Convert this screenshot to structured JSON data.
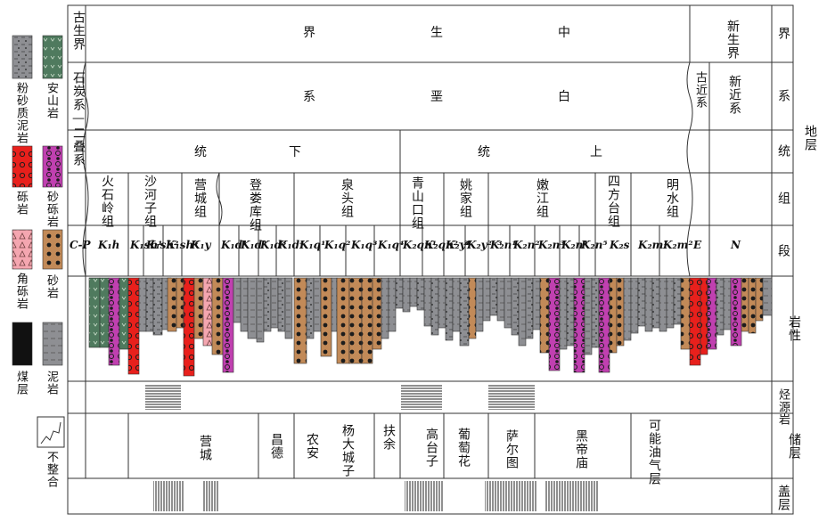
{
  "legend": [
    {
      "key": "andesite",
      "label": "安山岩"
    },
    {
      "key": "silty_mudstone",
      "label": "粉砂质泥岩"
    },
    {
      "key": "pebbly_sandstone",
      "label": "砂砾岩"
    },
    {
      "key": "conglomerate",
      "label": "砾岩"
    },
    {
      "key": "sandstone",
      "label": "砂岩"
    },
    {
      "key": "breccia",
      "label": "角砾岩"
    },
    {
      "key": "mudstone",
      "label": "泥岩"
    },
    {
      "key": "coal",
      "label": "煤层"
    },
    {
      "key": "unconformity",
      "label": "不整合"
    }
  ],
  "row_headers": {
    "stratum": "地层",
    "erathem": "界",
    "system": "系",
    "series": "统",
    "formation": "组",
    "member": "段",
    "lithology": "岩性",
    "source_rock": "烃源岩",
    "reservoir": "储层",
    "cap_rock": "盖层"
  },
  "erathem": {
    "paleozoic": "古生界",
    "mesozoic": "中生界",
    "cenozoic": "新生界"
  },
  "system": {
    "carb_perm": "石炭系—二叠系",
    "cretaceous": "白垩系",
    "paleogene": "古近系",
    "neogene": "新近系"
  },
  "series": {
    "lower": "下统",
    "upper": "上统"
  },
  "formations": [
    {
      "id": "huoshiling",
      "label": "火石岭组"
    },
    {
      "id": "shahezi",
      "label": "沙河子组"
    },
    {
      "id": "yingcheng",
      "label": "营城组"
    },
    {
      "id": "denglouku",
      "label": "登娄库组"
    },
    {
      "id": "quantou",
      "label": "泉头组"
    },
    {
      "id": "qingshankou",
      "label": "青山口组"
    },
    {
      "id": "yaojia",
      "label": "姚家组"
    },
    {
      "id": "nenjiang",
      "label": "嫩江组"
    },
    {
      "id": "sifangtai",
      "label": "四方台组"
    },
    {
      "id": "mingshui",
      "label": "明水组"
    }
  ],
  "members": [
    {
      "sym": "C-P"
    },
    {
      "sym": "K₁h"
    },
    {
      "sym": "K₁sh¹"
    },
    {
      "sym": "K₁sh²"
    },
    {
      "sym": "K₁sh³"
    },
    {
      "sym": "K₁y"
    },
    {
      "sym": "K₁d¹"
    },
    {
      "sym": "K₁d²"
    },
    {
      "sym": "K₁d³"
    },
    {
      "sym": "K₁d⁴"
    },
    {
      "sym": "K₁q¹"
    },
    {
      "sym": "K₁q²"
    },
    {
      "sym": "K₁q³"
    },
    {
      "sym": "K₁q⁴"
    },
    {
      "sym": "K₂qn¹"
    },
    {
      "sym": "K₂qn²⁻³"
    },
    {
      "sym": "K₂y¹"
    },
    {
      "sym": "K₂y²⁻³"
    },
    {
      "sym": "K₂n¹"
    },
    {
      "sym": "K₂n²"
    },
    {
      "sym": "K₂n³"
    },
    {
      "sym": "K₂n⁴"
    },
    {
      "sym": "K₂n⁵"
    },
    {
      "sym": "K₂s"
    },
    {
      "sym": "K₂m¹"
    },
    {
      "sym": "K₂m²"
    },
    {
      "sym": "E"
    },
    {
      "sym": "N"
    }
  ],
  "reservoirs": [
    {
      "label": "营城"
    },
    {
      "label": "昌德"
    },
    {
      "label": "农安"
    },
    {
      "label": "杨大城子"
    },
    {
      "label": "扶余"
    },
    {
      "label": "高台子"
    },
    {
      "label": "葡萄花"
    },
    {
      "label": "萨尔图"
    },
    {
      "label": "黑帝庙"
    },
    {
      "label": "可能油气层"
    }
  ],
  "colors": {
    "andesite": "#4f7a5e",
    "mudstone": "#8e8f93",
    "sandstone": "#c28a58",
    "pebbly": "#c040b0",
    "conglomerate": "#e8201c",
    "breccia": "#f4a6b0",
    "coal": "#111111"
  }
}
